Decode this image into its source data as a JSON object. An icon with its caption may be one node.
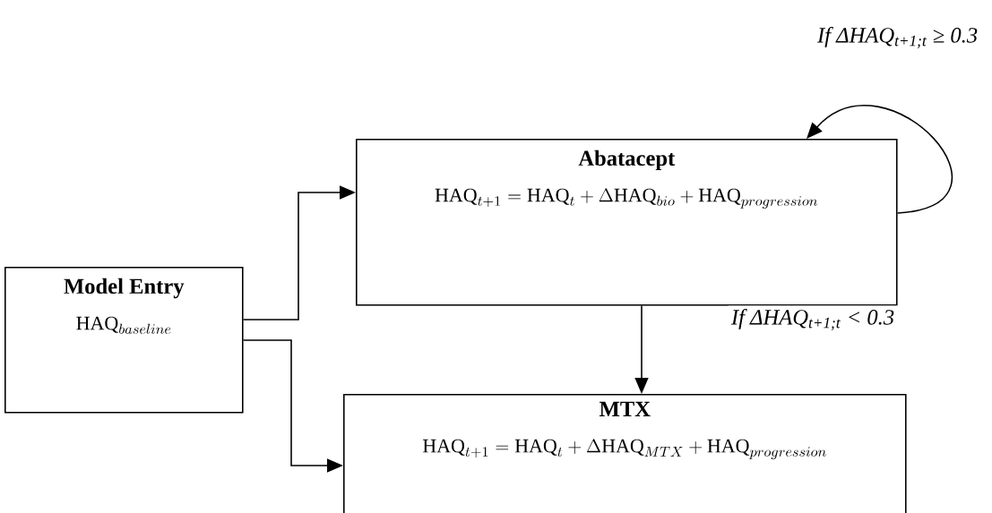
{
  "diagram": {
    "nodes": [
      {
        "text": [
          "Model Entry",
          "\\mathrm{HAQ}_{baseline}"
        ]
      },
      {
        "text": [
          "Abatacept",
          "\\mathrm{HAQ}_{t+1}=\\mathrm{HAQ}_{t}+\\Delta\\mathrm{HAQ}_{bio}+\\mathrm{HAQ}_{progression}"
        ]
      },
      {
        "text": [
          "MTX",
          "\\mathrm{HAQ}_{t+1}=\\mathrm{HAQ}_{t}+\\Delta\\mathrm{HAQ}_{MTX}+\\mathrm{HAQ}_{progression}"
        ]
      }
    ],
    "edges": [
      {
        "from": 0,
        "to": 1,
        "arrow": "to"
      },
      {
        "from": 0,
        "to": 2,
        "arrow": "to"
      },
      {
        "from": 1,
        "to": 1,
        "arrow": "to",
        "label": "If ΔHAQ$_{t+1;t}$ ≥ 0.3"
      },
      {
        "from": 1,
        "to": 2,
        "arrow": "to",
        "label": "If ΔHAQ$_{t+1;t}$ < 0.3"
      }
    ]
  }
}
